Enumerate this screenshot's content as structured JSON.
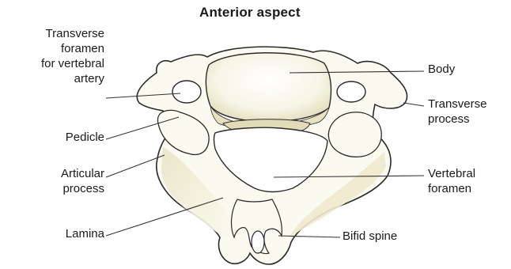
{
  "title": "Anterior aspect",
  "labels": {
    "transverse_foramen": "Transverse\nforamen\nfor vertebral\nartery",
    "pedicle": "Pedicle",
    "articular_process": "Articular\nprocess",
    "lamina": "Lamina",
    "body": "Body",
    "transverse_process": "Transverse\nprocess",
    "vertebral_foramen": "Vertebral\nforamen",
    "bifid_spine": "Bifid spine"
  },
  "colors": {
    "bone_fill": "#fbfaf0",
    "bone_shade": "#ece7c9",
    "outline": "#2a2a2a",
    "leader": "#333333"
  }
}
